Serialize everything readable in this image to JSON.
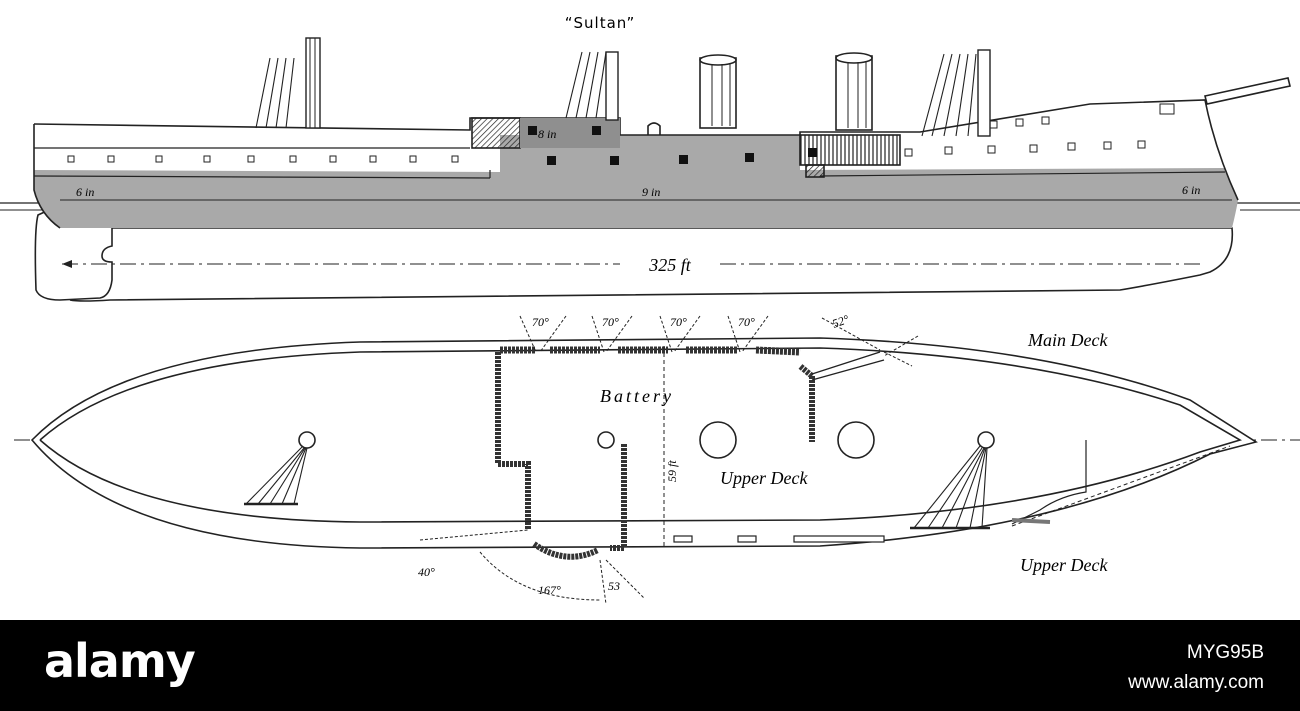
{
  "title": "“Sultan”",
  "profile": {
    "belt_fore": "6 in",
    "belt_mid": "9 in",
    "belt_aft": "6 in",
    "battery_armor": "8 in",
    "length": "325 ft"
  },
  "plan": {
    "main_deck": "Main Deck",
    "battery": "Battery",
    "upper_deck_inner": "Upper Deck",
    "upper_deck_outer": "Upper Deck",
    "beam": "59 ft",
    "arcs": [
      "70°",
      "70°",
      "70°",
      "70°",
      "52°",
      "40°",
      "167°",
      "53"
    ]
  },
  "watermark": {
    "logo": "alamy",
    "image_id": "MYG95B",
    "site": "www.alamy.com"
  },
  "colors": {
    "ink": "#222222",
    "armor_fill": "#a9a9a9",
    "dark_armor": "#3a3a3a",
    "background": "#ffffff",
    "bar": "#000000"
  }
}
